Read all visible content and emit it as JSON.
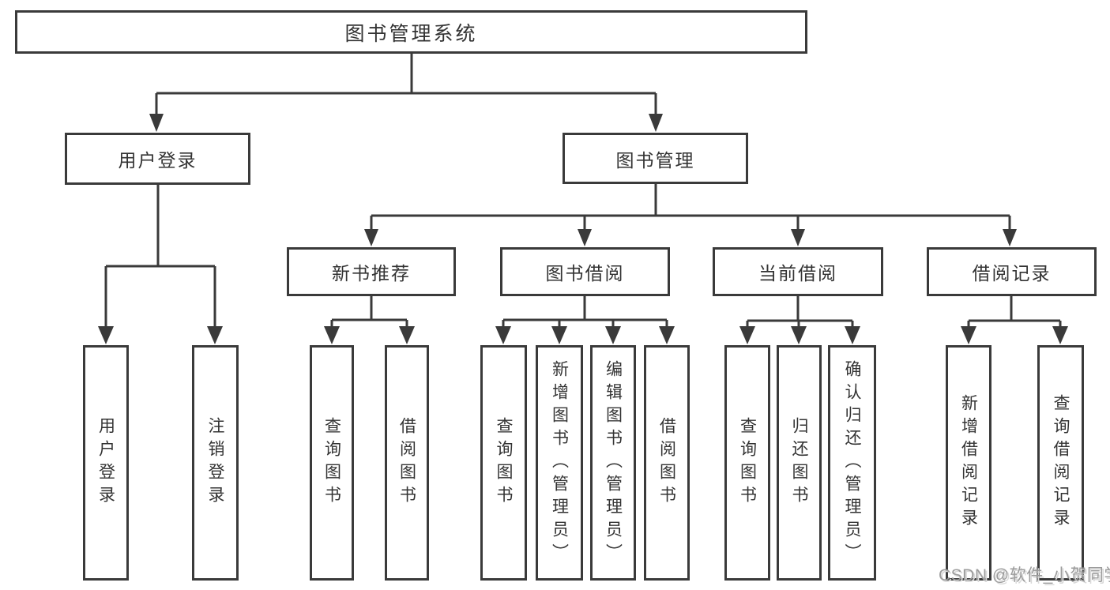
{
  "diagram": {
    "root": {
      "label": "图书管理系统"
    },
    "branches": [
      {
        "label": "用户登录",
        "leaves": [
          {
            "label": "用户登录"
          },
          {
            "label": "注销登录"
          }
        ]
      },
      {
        "label": "图书管理",
        "groups": [
          {
            "label": "新书推荐",
            "leaves": [
              {
                "label": "查询图书"
              },
              {
                "label": "借阅图书"
              }
            ]
          },
          {
            "label": "图书借阅",
            "leaves": [
              {
                "label": "查询图书"
              },
              {
                "label": "新增图书（管理员）"
              },
              {
                "label": "编辑图书（管理员）"
              },
              {
                "label": "借阅图书"
              }
            ]
          },
          {
            "label": "当前借阅",
            "leaves": [
              {
                "label": "查询图书"
              },
              {
                "label": "归还图书"
              },
              {
                "label": "确认归还（管理员）"
              }
            ]
          },
          {
            "label": "借阅记录",
            "leaves": [
              {
                "label": "新增借阅记录"
              },
              {
                "label": "查询借阅记录"
              }
            ]
          }
        ]
      }
    ]
  },
  "watermark": {
    "text": "CSDN @软件_小贺同学"
  },
  "colors": {
    "line": "#3a3a3a",
    "text": "#333333",
    "box_bg": "#ffffff",
    "page_bg": "#ffffff",
    "watermark": "#9c9c9c"
  }
}
